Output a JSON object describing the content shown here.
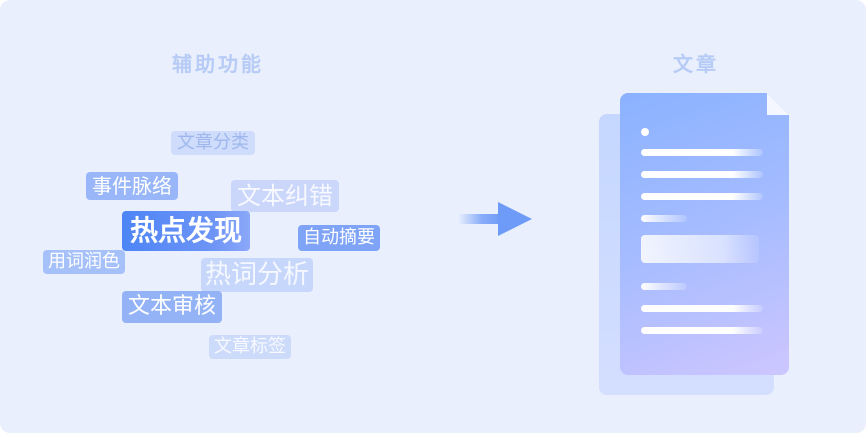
{
  "left_title": "辅助功能",
  "right_title": "文章",
  "tags": [
    "文章分类",
    "事件脉络",
    "文本纠错",
    "热点发现",
    "自动摘要",
    "用词润色",
    "热词分析",
    "文本审核",
    "文章标签"
  ],
  "colors": {
    "background": "#e9effc",
    "heading": "#b6cbf6",
    "accent": "#4d85f6"
  }
}
